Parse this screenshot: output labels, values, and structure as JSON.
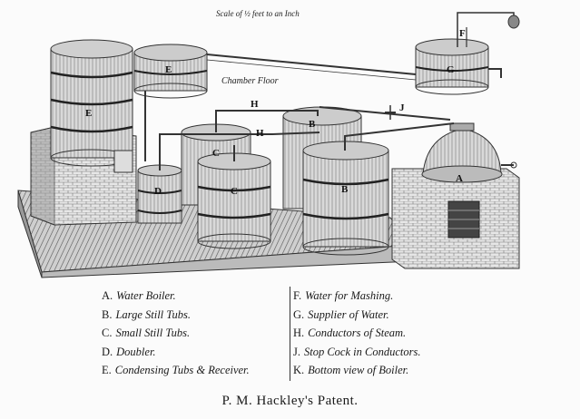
{
  "plate": {
    "scale_note": "Scale of ½ feet to an Inch",
    "floor_label": "Chamber Floor",
    "letters": {
      "E": "E",
      "D": "D",
      "C": "C",
      "B": "B",
      "H": "H",
      "J": "J",
      "G": "G",
      "F": "F",
      "A": "A"
    }
  },
  "legend": {
    "left": [
      {
        "key": "A.",
        "text": "Water Boiler."
      },
      {
        "key": "B.",
        "text": "Large Still Tubs."
      },
      {
        "key": "C.",
        "text": "Small Still Tubs."
      },
      {
        "key": "D.",
        "text": "Doubler."
      },
      {
        "key": "E.",
        "text": "Condensing Tubs & Receiver."
      }
    ],
    "right": [
      {
        "key": "F.",
        "text": "Water for Mashing."
      },
      {
        "key": "G.",
        "text": "Supplier of Water."
      },
      {
        "key": "H.",
        "text": "Conductors of Steam."
      },
      {
        "key": "J.",
        "text": "Stop Cock in Conductors."
      },
      {
        "key": "K.",
        "text": "Bottom view of Boiler."
      }
    ]
  },
  "title": "P. M. Hackley's Patent."
}
